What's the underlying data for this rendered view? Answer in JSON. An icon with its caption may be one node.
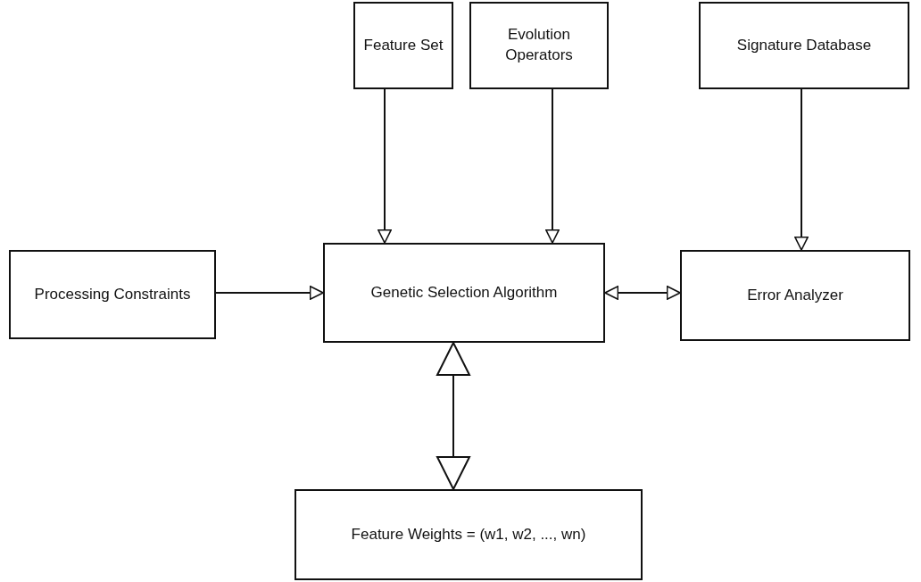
{
  "diagram": {
    "nodes": [
      {
        "text": [
          "Feature Set"
        ]
      },
      {
        "text": [
          "Evolution Operators"
        ]
      },
      {
        "text": [
          "Signature Database"
        ]
      },
      {
        "text": [
          "Processing Constraints"
        ]
      },
      {
        "text": [
          "Genetic Selection Algorithm"
        ]
      },
      {
        "text": [
          "Error Analyzer"
        ]
      },
      {
        "text": [
          "Feature Weights = (w1, w2, ..., wn)"
        ]
      }
    ],
    "edges": [
      {
        "from": 0,
        "to": 4,
        "arrow": "to"
      },
      {
        "from": 1,
        "to": 4,
        "arrow": "to"
      },
      {
        "from": 2,
        "to": 5,
        "arrow": "to"
      },
      {
        "from": 3,
        "to": 4,
        "arrow": "to"
      },
      {
        "from": 4,
        "to": 5,
        "arrow": "both"
      },
      {
        "from": 4,
        "to": 6,
        "arrow": "both"
      }
    ]
  }
}
